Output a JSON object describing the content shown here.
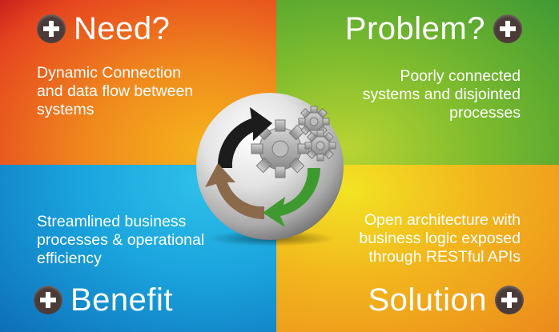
{
  "quadrants": {
    "need": {
      "heading": "Need?",
      "text": "Dynamic Connection\nand data flow between\nsystems"
    },
    "problem": {
      "heading": "Problem?",
      "text": "Poorly connected\nsystems and disjointed\nprocesses"
    },
    "benefit": {
      "heading": "Benefit",
      "text": "Streamlined business\nprocesses & operational\nefficiency"
    },
    "solution": {
      "heading": "Solution",
      "text": "Open architecture with\nbusiness logic exposed\nthrough RESTful APIs"
    }
  },
  "colors": {
    "need": "#f08a1d",
    "problem": "#6fb42f",
    "benefit": "#1aa3dd",
    "solution": "#f2b51d",
    "plus_badge": "#4a3b38"
  },
  "center_graphic": {
    "icons": [
      "gears-icon",
      "cycle-arrows-icon"
    ],
    "arrow_colors": [
      "#1c1c1c",
      "#3e9a2f",
      "#8b6a4c"
    ]
  }
}
